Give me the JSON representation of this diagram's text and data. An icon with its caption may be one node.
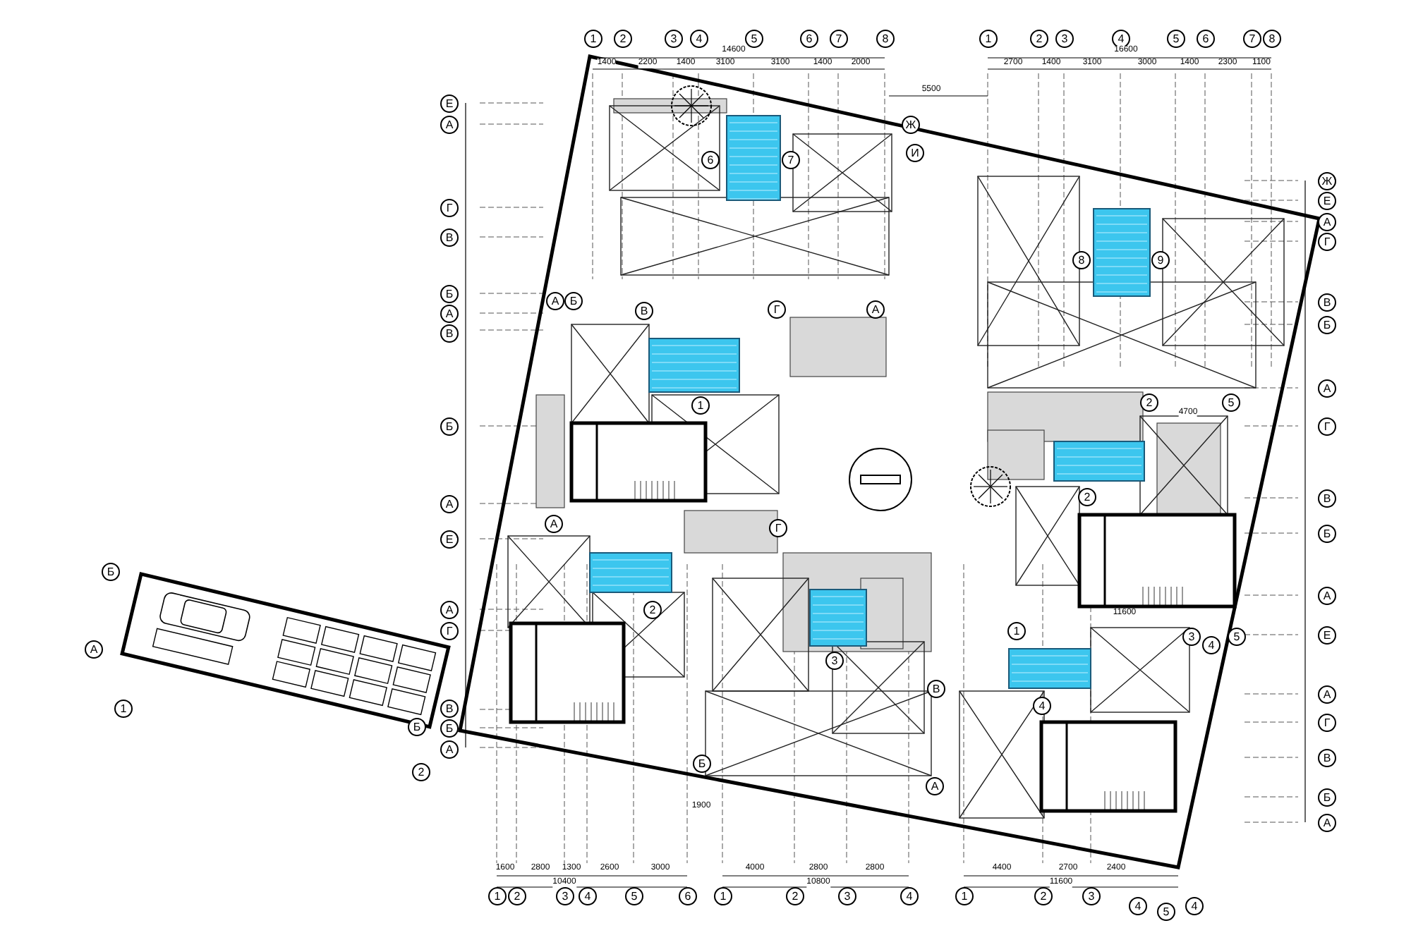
{
  "diagram": {
    "labels": [
      "1",
      "2",
      "3",
      "4",
      "5",
      "6",
      "7",
      "8",
      "1",
      "2",
      "3",
      "4",
      "5",
      "6",
      "7",
      "8",
      "14600",
      "1400",
      "2200",
      "1400",
      "3100",
      "3100",
      "1400",
      "2000",
      "16600",
      "2700",
      "1400",
      "3100",
      "3000",
      "1400",
      "2300",
      "1100",
      "5500",
      "Е",
      "А",
      "Г",
      "В",
      "Б",
      "А",
      "В",
      "Б",
      "А",
      "Е",
      "А",
      "Г",
      "В",
      "Б",
      "А",
      "Ж",
      "И",
      "6",
      "7",
      "А",
      "Б",
      "В",
      "Г",
      "А",
      "8",
      "9",
      "Ж",
      "Е",
      "А",
      "Г",
      "В",
      "Б",
      "А",
      "Г",
      "В",
      "Б",
      "А",
      "Е",
      "А",
      "Г",
      "В",
      "Б",
      "А",
      "1",
      "2",
      "5",
      "4700",
      "А",
      "Г",
      "2",
      "2",
      "3",
      "В",
      "1",
      "4",
      "3",
      "4",
      "5",
      "Б",
      "А",
      "1900",
      "11600",
      "Б",
      "А",
      "1",
      "2",
      "Б",
      "1600",
      "2800",
      "1300",
      "2600",
      "3000",
      "10400",
      "4000",
      "2800",
      "2800",
      "10800",
      "4400",
      "2700",
      "2400",
      "11600",
      "1",
      "2",
      "3",
      "4",
      "5",
      "6",
      "1",
      "2",
      "3",
      "4",
      "1",
      "2",
      "3",
      "4",
      "5",
      "4"
    ]
  }
}
